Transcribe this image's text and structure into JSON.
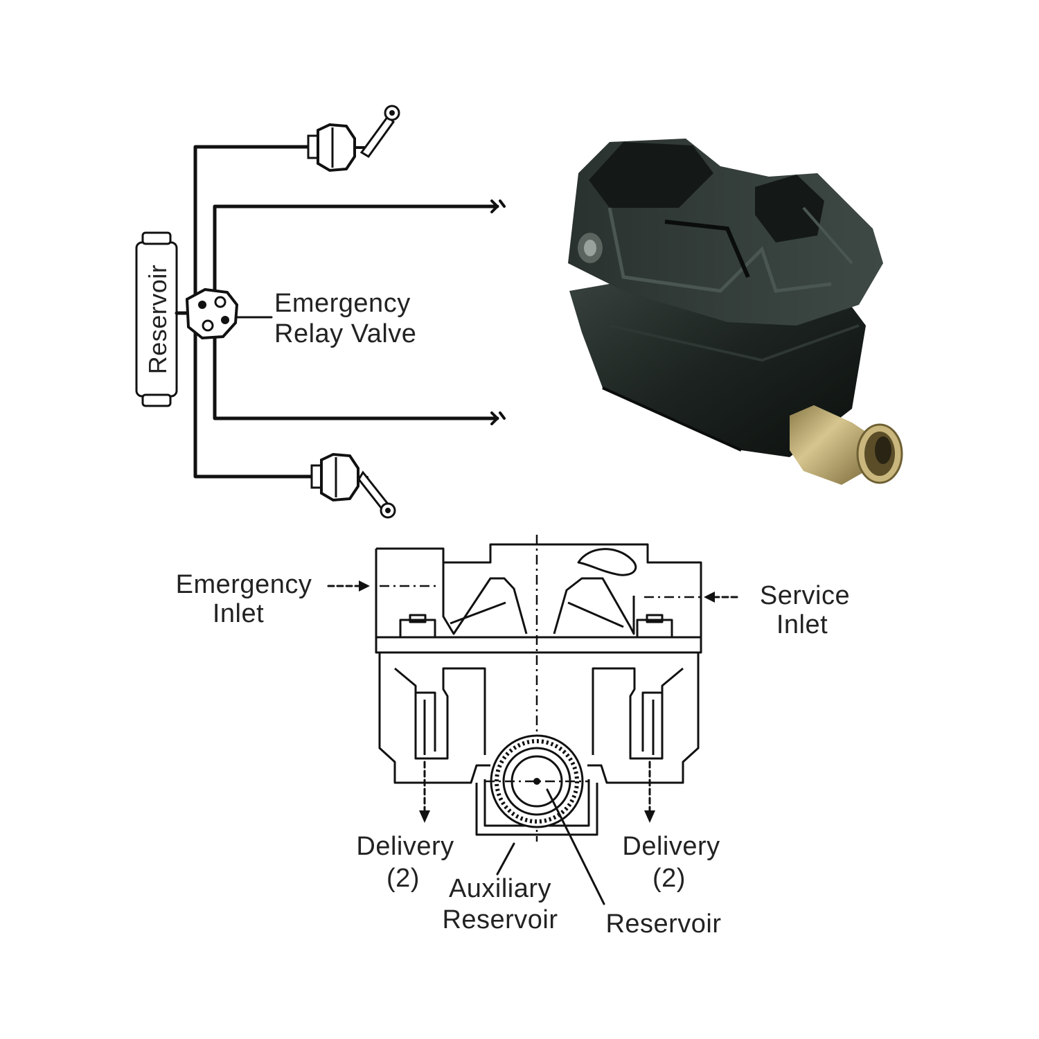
{
  "schematic": {
    "reservoir_label": "Reservoir",
    "valve_label_line1": "Emergency",
    "valve_label_line2": "Relay Valve"
  },
  "cutaway": {
    "emergency_inlet_line1": "Emergency",
    "emergency_inlet_line2": "Inlet",
    "service_inlet_line1": "Service",
    "service_inlet_line2": "Inlet",
    "delivery_left_line1": "Delivery",
    "delivery_left_line2": "(2)",
    "delivery_right_line1": "Delivery",
    "delivery_right_line2": "(2)",
    "aux_reservoir_line1": "Auxiliary",
    "aux_reservoir_line2": "Reservoir",
    "reservoir_label": "Reservoir"
  },
  "colors": {
    "ink": "#111111",
    "label": "#222222",
    "valve_body": "#1c2320",
    "brass_fitting": "#b9a56a"
  }
}
